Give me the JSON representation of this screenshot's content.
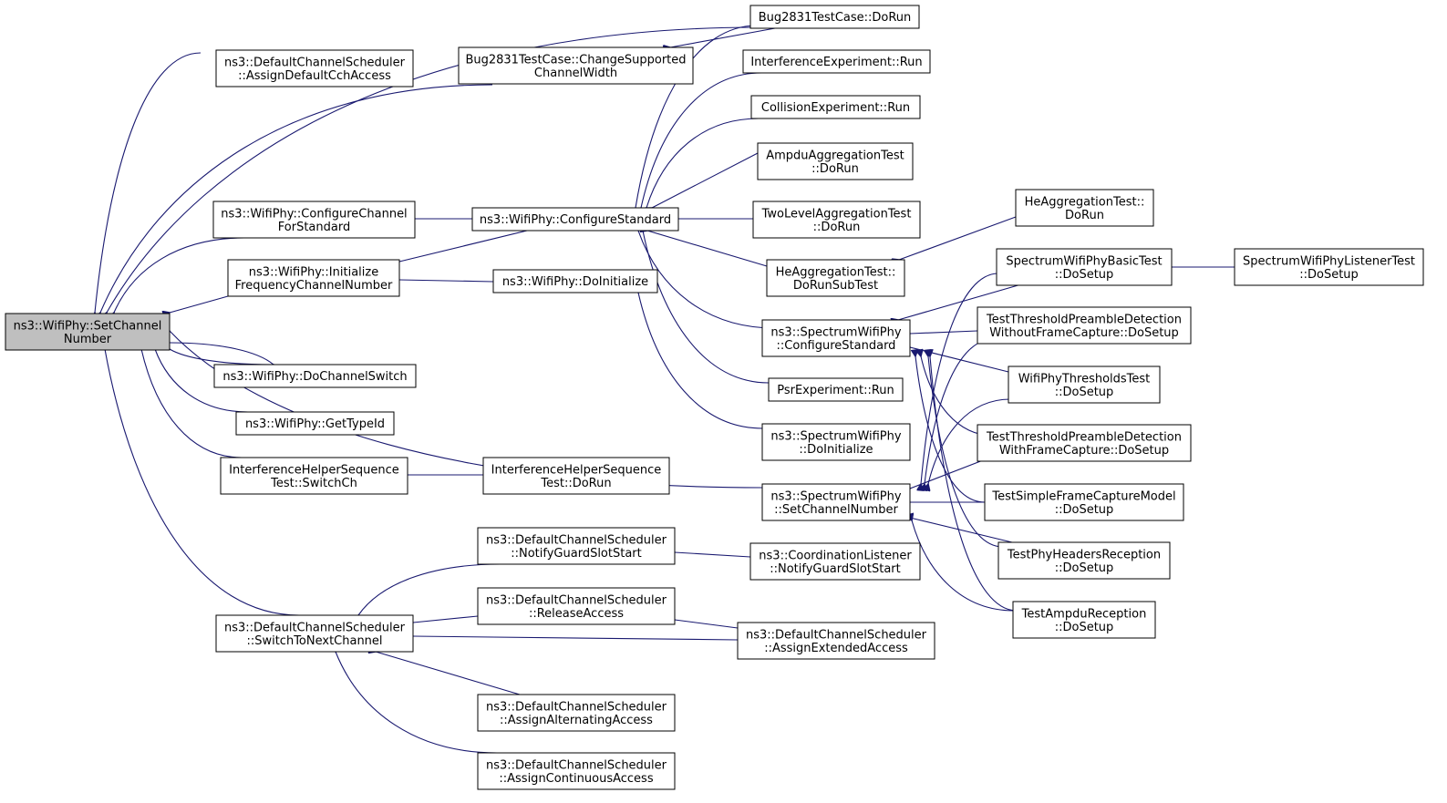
{
  "graph": {
    "edge_color": "#191970",
    "focus_fill": "#bfbfbf",
    "node_fill": "#ffffff",
    "nodes": [
      {
        "id": "n0",
        "lines": [
          "ns3::WifiPhy::SetChannel",
          "Number"
        ],
        "focus": true
      },
      {
        "id": "n1",
        "lines": [
          "ns3::DefaultChannelScheduler",
          "::AssignDefaultCchAccess"
        ]
      },
      {
        "id": "n2",
        "lines": [
          "Bug2831TestCase::ChangeSupported",
          "ChannelWidth"
        ]
      },
      {
        "id": "n3",
        "lines": [
          "Bug2831TestCase::DoRun"
        ]
      },
      {
        "id": "n4",
        "lines": [
          "ns3::WifiPhy::ConfigureChannel",
          "ForStandard"
        ]
      },
      {
        "id": "n5",
        "lines": [
          "ns3::WifiPhy::ConfigureStandard"
        ]
      },
      {
        "id": "n6",
        "lines": [
          "ns3::WifiPhy::Initialize",
          "FrequencyChannelNumber"
        ]
      },
      {
        "id": "n7",
        "lines": [
          "ns3::WifiPhy::DoInitialize"
        ]
      },
      {
        "id": "n8",
        "lines": [
          "ns3::WifiPhy::DoChannelSwitch"
        ]
      },
      {
        "id": "n9",
        "lines": [
          "ns3::WifiPhy::GetTypeId"
        ]
      },
      {
        "id": "n10",
        "lines": [
          "InterferenceHelperSequence",
          "Test::SwitchCh"
        ]
      },
      {
        "id": "n11",
        "lines": [
          "InterferenceHelperSequence",
          "Test::DoRun"
        ]
      },
      {
        "id": "n12",
        "lines": [
          "ns3::DefaultChannelScheduler",
          "::SwitchToNextChannel"
        ]
      },
      {
        "id": "n13",
        "lines": [
          "ns3::DefaultChannelScheduler",
          "::NotifyGuardSlotStart"
        ]
      },
      {
        "id": "n14",
        "lines": [
          "ns3::DefaultChannelScheduler",
          "::ReleaseAccess"
        ]
      },
      {
        "id": "n15",
        "lines": [
          "ns3::DefaultChannelScheduler",
          "::AssignAlternatingAccess"
        ]
      },
      {
        "id": "n16",
        "lines": [
          "ns3::DefaultChannelScheduler",
          "::AssignContinuousAccess"
        ]
      },
      {
        "id": "n17",
        "lines": [
          "InterferenceExperiment::Run"
        ]
      },
      {
        "id": "n18",
        "lines": [
          "CollisionExperiment::Run"
        ]
      },
      {
        "id": "n19",
        "lines": [
          "AmpduAggregationTest",
          "::DoRun"
        ]
      },
      {
        "id": "n20",
        "lines": [
          "TwoLevelAggregationTest",
          "::DoRun"
        ]
      },
      {
        "id": "n21",
        "lines": [
          "HeAggregationTest::",
          "DoRunSubTest"
        ]
      },
      {
        "id": "n22",
        "lines": [
          "ns3::SpectrumWifiPhy",
          "::ConfigureStandard"
        ]
      },
      {
        "id": "n23",
        "lines": [
          "PsrExperiment::Run"
        ]
      },
      {
        "id": "n24",
        "lines": [
          "ns3::SpectrumWifiPhy",
          "::DoInitialize"
        ]
      },
      {
        "id": "n25",
        "lines": [
          "ns3::SpectrumWifiPhy",
          "::SetChannelNumber"
        ]
      },
      {
        "id": "n26",
        "lines": [
          "ns3::CoordinationListener",
          "::NotifyGuardSlotStart"
        ]
      },
      {
        "id": "n27",
        "lines": [
          "ns3::DefaultChannelScheduler",
          "::AssignExtendedAccess"
        ]
      },
      {
        "id": "n28",
        "lines": [
          "HeAggregationTest::",
          "DoRun"
        ]
      },
      {
        "id": "n29",
        "lines": [
          "SpectrumWifiPhyBasicTest",
          "::DoSetup"
        ]
      },
      {
        "id": "n30",
        "lines": [
          "TestThresholdPreambleDetection",
          "WithoutFrameCapture::DoSetup"
        ]
      },
      {
        "id": "n31",
        "lines": [
          "WifiPhyThresholdsTest",
          "::DoSetup"
        ]
      },
      {
        "id": "n32",
        "lines": [
          "TestThresholdPreambleDetection",
          "WithFrameCapture::DoSetup"
        ]
      },
      {
        "id": "n33",
        "lines": [
          "TestSimpleFrameCaptureModel",
          "::DoSetup"
        ]
      },
      {
        "id": "n34",
        "lines": [
          "TestPhyHeadersReception",
          "::DoSetup"
        ]
      },
      {
        "id": "n35",
        "lines": [
          "TestAmpduReception",
          "::DoSetup"
        ]
      },
      {
        "id": "n36",
        "lines": [
          "SpectrumWifiPhyListenerTest",
          "::DoSetup"
        ]
      }
    ],
    "edges": [
      {
        "from": "n1",
        "to": "n0"
      },
      {
        "from": "n2",
        "to": "n0"
      },
      {
        "from": "n3",
        "to": "n0"
      },
      {
        "from": "n4",
        "to": "n0"
      },
      {
        "from": "n6",
        "to": "n0"
      },
      {
        "from": "n8",
        "to": "n0"
      },
      {
        "from": "n0",
        "to": "n8"
      },
      {
        "from": "n9",
        "to": "n0"
      },
      {
        "from": "n10",
        "to": "n0"
      },
      {
        "from": "n12",
        "to": "n0"
      },
      {
        "from": "n25",
        "to": "n0"
      },
      {
        "from": "n3",
        "to": "n2"
      },
      {
        "from": "n5",
        "to": "n4"
      },
      {
        "from": "n5",
        "to": "n6"
      },
      {
        "from": "n7",
        "to": "n6"
      },
      {
        "from": "n11",
        "to": "n10"
      },
      {
        "from": "n3",
        "to": "n5"
      },
      {
        "from": "n17",
        "to": "n5"
      },
      {
        "from": "n18",
        "to": "n5"
      },
      {
        "from": "n19",
        "to": "n5"
      },
      {
        "from": "n20",
        "to": "n5"
      },
      {
        "from": "n21",
        "to": "n5"
      },
      {
        "from": "n22",
        "to": "n5"
      },
      {
        "from": "n23",
        "to": "n5"
      },
      {
        "from": "n24",
        "to": "n7"
      },
      {
        "from": "n13",
        "to": "n12"
      },
      {
        "from": "n14",
        "to": "n12"
      },
      {
        "from": "n27",
        "to": "n12"
      },
      {
        "from": "n15",
        "to": "n12"
      },
      {
        "from": "n16",
        "to": "n12"
      },
      {
        "from": "n26",
        "to": "n13"
      },
      {
        "from": "n27",
        "to": "n14"
      },
      {
        "from": "n28",
        "to": "n21"
      },
      {
        "from": "n29",
        "to": "n22"
      },
      {
        "from": "n30",
        "to": "n22"
      },
      {
        "from": "n31",
        "to": "n22"
      },
      {
        "from": "n32",
        "to": "n22"
      },
      {
        "from": "n33",
        "to": "n22"
      },
      {
        "from": "n34",
        "to": "n22"
      },
      {
        "from": "n35",
        "to": "n22"
      },
      {
        "from": "n29",
        "to": "n25"
      },
      {
        "from": "n30",
        "to": "n25"
      },
      {
        "from": "n31",
        "to": "n25"
      },
      {
        "from": "n32",
        "to": "n25"
      },
      {
        "from": "n33",
        "to": "n25"
      },
      {
        "from": "n34",
        "to": "n25"
      },
      {
        "from": "n35",
        "to": "n25"
      },
      {
        "from": "n36",
        "to": "n29"
      }
    ]
  }
}
